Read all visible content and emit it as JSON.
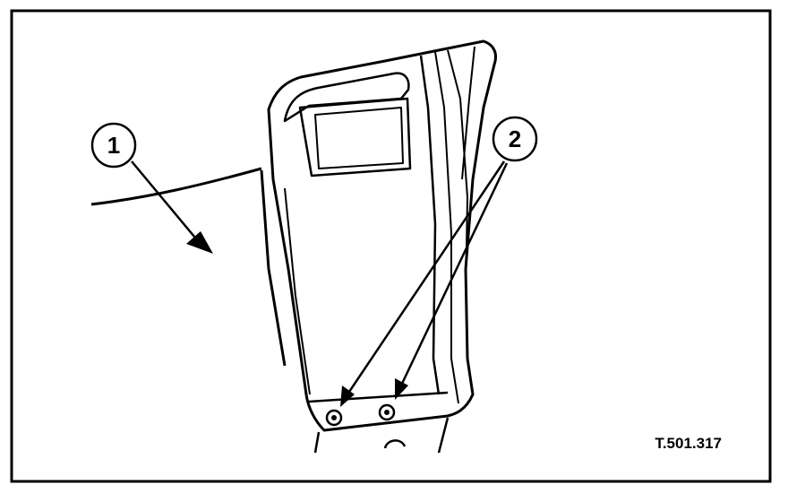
{
  "callouts": [
    {
      "label": "1",
      "target": "panel"
    },
    {
      "label": "2",
      "target": "screws"
    }
  ],
  "figure_reference": "T.501.317"
}
